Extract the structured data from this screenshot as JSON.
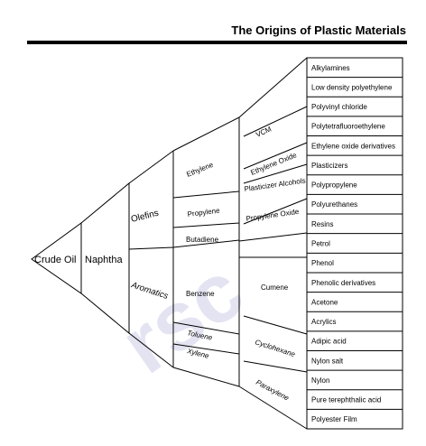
{
  "title": "The Origins of Plastic Materials",
  "watermark": "rsc",
  "diagram": {
    "source": "Crude Oil",
    "stage1": "Naphtha",
    "stage2": [
      "Olefins",
      "Aromatics"
    ],
    "stage3": [
      "Ethylene",
      "Propylene",
      "Butadiene",
      "Benzene",
      "Toluene",
      "Xylene"
    ],
    "stage4": [
      "VCM",
      "Ethylene Oxide",
      "Plasticizer Alcohols",
      "Propylene Oxide",
      "Cumene",
      "Cyclohexane",
      "Paraxylene"
    ],
    "products": [
      "Alkylamines",
      "Low density polyethylene",
      "Polyvinyl chloride",
      "Polytetrafluoroethylene",
      "Ethylene oxide derivatives",
      "Plasticizers",
      "Polypropylene",
      "Polyurethanes",
      "Resins",
      "Petrol",
      "Phenol",
      "Phenolic derivatives",
      "Acetone",
      "Acrylics",
      "Adipic acid",
      "Nylon salt",
      "Nylon",
      "Pure terephthalic acid",
      "Polyester Film"
    ]
  }
}
